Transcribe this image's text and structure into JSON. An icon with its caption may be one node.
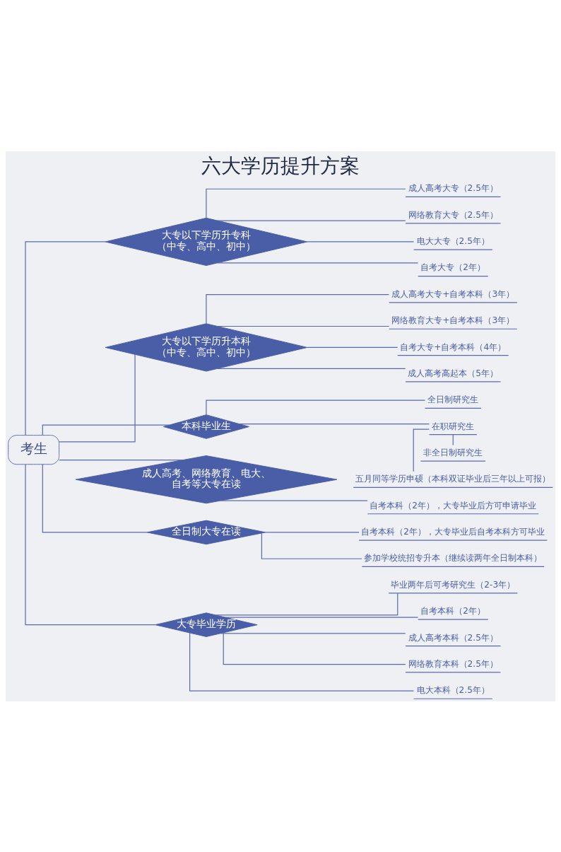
{
  "diagram": {
    "title": "六大学历提升方案",
    "nodes": [
      {
        "text": [
          "考生"
        ]
      },
      {
        "text": [
          "大专以下学历升专科（中专、高中、初中）"
        ]
      },
      {
        "text": [
          "成人高考大专（2.5年）"
        ]
      },
      {
        "text": [
          "网络教育大专（2.5年）"
        ]
      },
      {
        "text": [
          "电大大专（2.5年）"
        ]
      },
      {
        "text": [
          "自考大专（2年）"
        ]
      },
      {
        "text": [
          "大专以下学历升本科（中专、高中、初中）"
        ]
      },
      {
        "text": [
          "成人高考大专+自考本科（3年）"
        ]
      },
      {
        "text": [
          "网络教育大专+自考本科（3年）"
        ]
      },
      {
        "text": [
          "自考大专+自考本科（4年）"
        ]
      },
      {
        "text": [
          "成人高考高起本（5年）"
        ]
      },
      {
        "text": [
          "本科毕业生"
        ]
      },
      {
        "text": [
          "全日制研究生"
        ]
      },
      {
        "text": [
          "在职研究生"
        ]
      },
      {
        "text": [
          "非全日制研究生"
        ]
      },
      {
        "text": [
          "五月同等学历申硕（本科双证毕业后三年以上可报）"
        ]
      },
      {
        "text": [
          "成人高考、网络教育、电大、自考等大专在读"
        ]
      },
      {
        "text": [
          "自考本科（2年），大专毕业后方可申请毕业"
        ]
      },
      {
        "text": [
          "全日制大专在读"
        ]
      },
      {
        "text": [
          "自考本科（2年），大专毕业后自考本科方可毕业"
        ]
      },
      {
        "text": [
          "参加学校统招专升本（继续读两年全日制本科）"
        ]
      },
      {
        "text": [
          "大专毕业学历"
        ]
      },
      {
        "text": [
          "毕业两年后可考研究生（2-3年）"
        ]
      },
      {
        "text": [
          "自考本科（2年）"
        ]
      },
      {
        "text": [
          "成人高考本科（2.5年）"
        ]
      },
      {
        "text": [
          "网络教育本科（2.5年）"
        ]
      },
      {
        "text": [
          "电大本科（2.5年）"
        ]
      }
    ],
    "edges": [
      {
        "from": 0,
        "to": 1,
        "arrow": "none"
      },
      {
        "from": 1,
        "to": 2,
        "arrow": "none"
      },
      {
        "from": 1,
        "to": 3,
        "arrow": "none"
      },
      {
        "from": 1,
        "to": 4,
        "arrow": "none"
      },
      {
        "from": 1,
        "to": 5,
        "arrow": "none"
      },
      {
        "from": 0,
        "to": 6,
        "arrow": "none"
      },
      {
        "from": 6,
        "to": 7,
        "arrow": "none"
      },
      {
        "from": 6,
        "to": 8,
        "arrow": "none"
      },
      {
        "from": 6,
        "to": 9,
        "arrow": "none"
      },
      {
        "from": 6,
        "to": 10,
        "arrow": "none"
      },
      {
        "from": 0,
        "to": 11,
        "arrow": "none"
      },
      {
        "from": 11,
        "to": 12,
        "arrow": "none"
      },
      {
        "from": 11,
        "to": 13,
        "arrow": "none"
      },
      {
        "from": 13,
        "to": 14,
        "arrow": "none"
      },
      {
        "from": 13,
        "to": 15,
        "arrow": "none"
      },
      {
        "from": 0,
        "to": 16,
        "arrow": "none"
      },
      {
        "from": 16,
        "to": 17,
        "arrow": "none"
      },
      {
        "from": 0,
        "to": 18,
        "arrow": "none"
      },
      {
        "from": 18,
        "to": 19,
        "arrow": "none"
      },
      {
        "from": 18,
        "to": 20,
        "arrow": "none"
      },
      {
        "from": 0,
        "to": 21,
        "arrow": "none"
      },
      {
        "from": 21,
        "to": 22,
        "arrow": "none"
      },
      {
        "from": 21,
        "to": 23,
        "arrow": "none"
      },
      {
        "from": 21,
        "to": 24,
        "arrow": "none"
      },
      {
        "from": 21,
        "to": 25,
        "arrow": "none"
      },
      {
        "from": 21,
        "to": 26,
        "arrow": "none"
      }
    ]
  }
}
